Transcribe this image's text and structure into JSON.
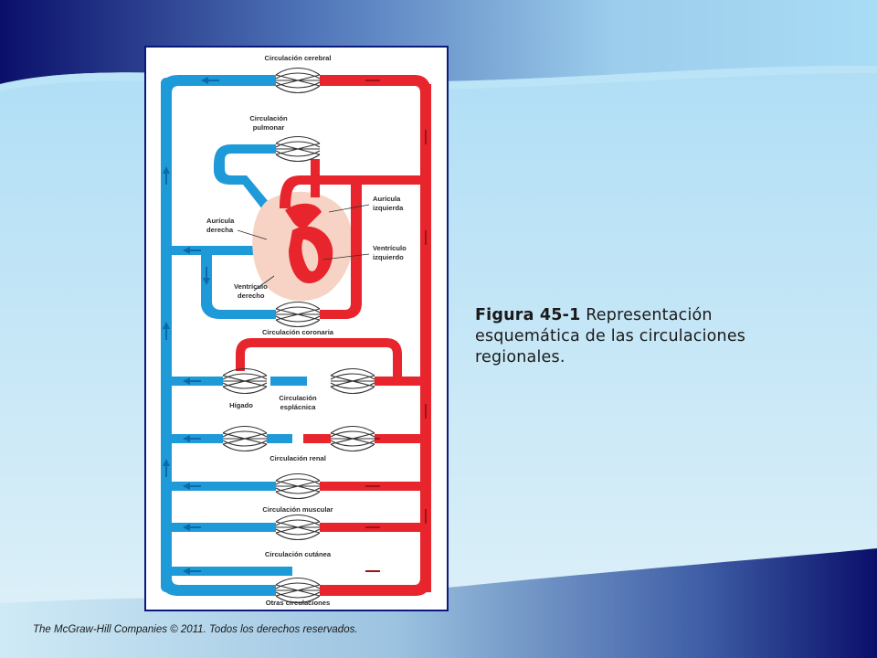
{
  "slide": {
    "caption_label": "Figura 45-1",
    "caption_text": " Representación esquemática de las circulaciones regionales.",
    "footer": "The McGraw-Hill Companies © 2011. Todos los derechos reservados."
  },
  "diagram": {
    "labels": {
      "cerebral": "Circulación cerebral",
      "pulmonar_1": "Circulación",
      "pulmonar_2": "pulmonar",
      "auricula_izq_1": "Aurícula",
      "auricula_izq_2": "izquierda",
      "auricula_der_1": "Aurícula",
      "auricula_der_2": "derecha",
      "ventriculo_izq_1": "Ventrículo",
      "ventriculo_izq_2": "izquierdo",
      "ventriculo_der_1": "Ventrículo",
      "ventriculo_der_2": "derecho",
      "coronaria": "Circulación coronaria",
      "higado": "Hígado",
      "esplacnica_1": "Circulación",
      "esplacnica_2": "esplácnica",
      "renal": "Circulación renal",
      "muscular": "Circulación muscular",
      "cutanea": "Circulación cutánea",
      "otras": "Otras circulaciones"
    },
    "colors": {
      "venous": "#1e9ad8",
      "arterial": "#e8242c",
      "heart_bg": "#f6d3c4",
      "frame": "#0a1a7c"
    }
  }
}
